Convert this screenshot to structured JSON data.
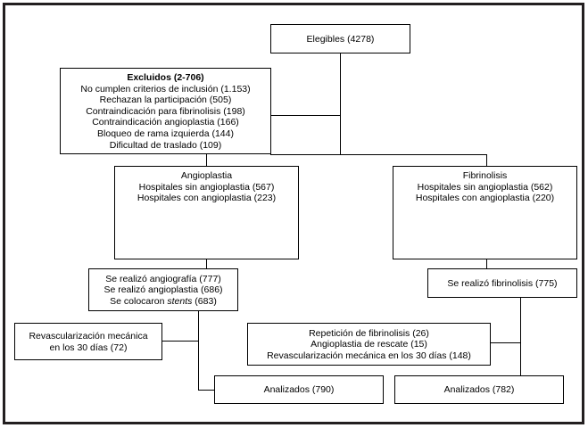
{
  "figure": {
    "kind": "study-flow-diagram",
    "language": "es"
  },
  "boxes": {
    "elegibles": {
      "name": "elegibles",
      "lines": [
        "Elegibles (4278)"
      ]
    },
    "excluidos": {
      "name": "excluidos",
      "title": "Excluidos (2-706)",
      "lines": [
        "No cumplen criterios de inclusión (1.153)",
        "Rechazan la participación (505)",
        "Contraindicación para fibrinolisis (198)",
        "Contraindicación angioplastia (166)",
        "Bloqueo de rama izquierda (144)",
        "Dificultad de traslado (109)"
      ]
    },
    "angioplastia": {
      "name": "angioplastia",
      "lines": [
        "Angioplastia",
        "Hospitales sin angioplastia (567)",
        "Hospitales con angioplastia (223)"
      ]
    },
    "fibrinolisis": {
      "name": "fibrinolisis",
      "lines": [
        "Fibrinolisis",
        "Hospitales sin angioplastia (562)",
        "Hospitales con angioplastia (220)"
      ]
    },
    "angiografia_realizada": {
      "name": "se-realizo-angiografia",
      "lines": [
        "Se realizó angiografía (777)",
        "Se realizó angioplastia (686)"
      ],
      "italic_line": {
        "before": "Se colocaron ",
        "italic": "stents",
        "after": " (683)"
      }
    },
    "fibrinolisis_realizada": {
      "name": "se-realizo-fibrinolisis",
      "lines": [
        "Se realizó fibrinolisis (775)"
      ]
    },
    "revascularizacion_izq": {
      "name": "revascularizacion-mecanica-30-dias",
      "lines": [
        "Revascularización mecánica",
        "en los 30 días (72)"
      ]
    },
    "rescate_der": {
      "name": "terapias-de-rescate",
      "lines": [
        "Repetición de fibrinolisis (26)",
        "Angioplastia de rescate (15)",
        "Revascularización mecánica en los 30 días (148)"
      ]
    },
    "analizados_izq": {
      "name": "analizados-angioplastia",
      "lines": [
        "Analizados (790)"
      ]
    },
    "analizados_der": {
      "name": "analizados-fibrinolisis",
      "lines": [
        "Analizados (782)"
      ]
    }
  },
  "colors": {
    "frame": "#231f20",
    "box_border": "#000000",
    "connector": "#000000",
    "background": "#ffffff",
    "text": "#000000"
  }
}
